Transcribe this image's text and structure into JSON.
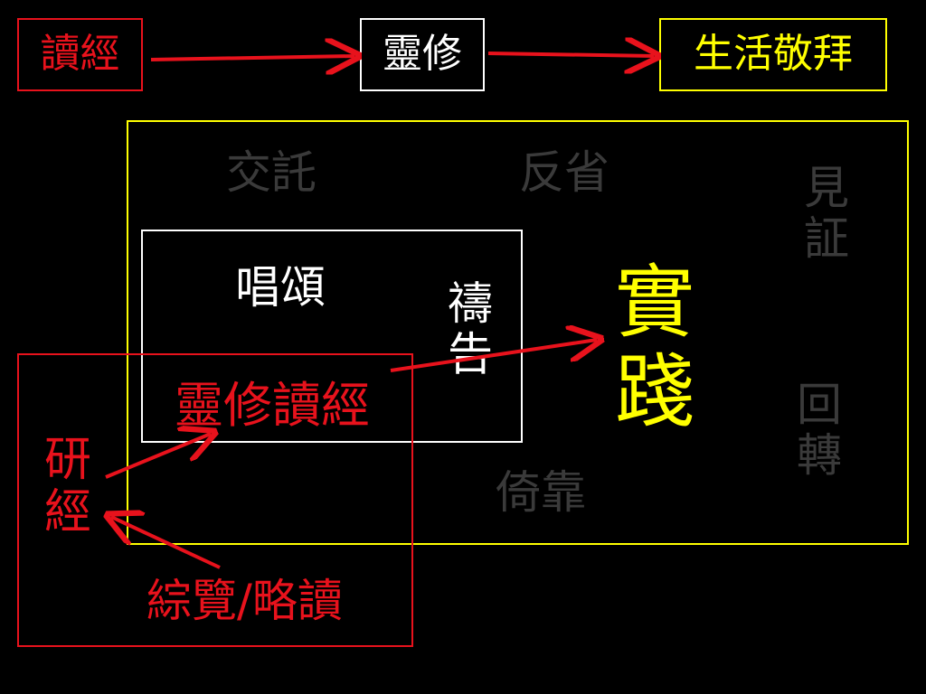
{
  "flow": {
    "step1": "讀經",
    "step2": "靈修",
    "step3": "生活敬拜"
  },
  "outer_region": {
    "top_left": "交託",
    "top_middle": "反省",
    "right_top": [
      "見",
      "証"
    ],
    "right_bottom": [
      "回",
      "轉"
    ],
    "bottom_middle": "倚靠"
  },
  "inner_region": {
    "worship": "唱頌",
    "prayer": [
      "禱",
      "告"
    ],
    "devotional_reading": "靈修讀經"
  },
  "study_region": {
    "study": [
      "研",
      "經"
    ],
    "overview": "綜覽/略讀"
  },
  "practice": [
    "實",
    "踐"
  ],
  "colors": {
    "red": "#e8121c",
    "white": "#ffffff",
    "yellow": "#ffff00",
    "gray": "#3a3a3a",
    "background": "#000000"
  }
}
